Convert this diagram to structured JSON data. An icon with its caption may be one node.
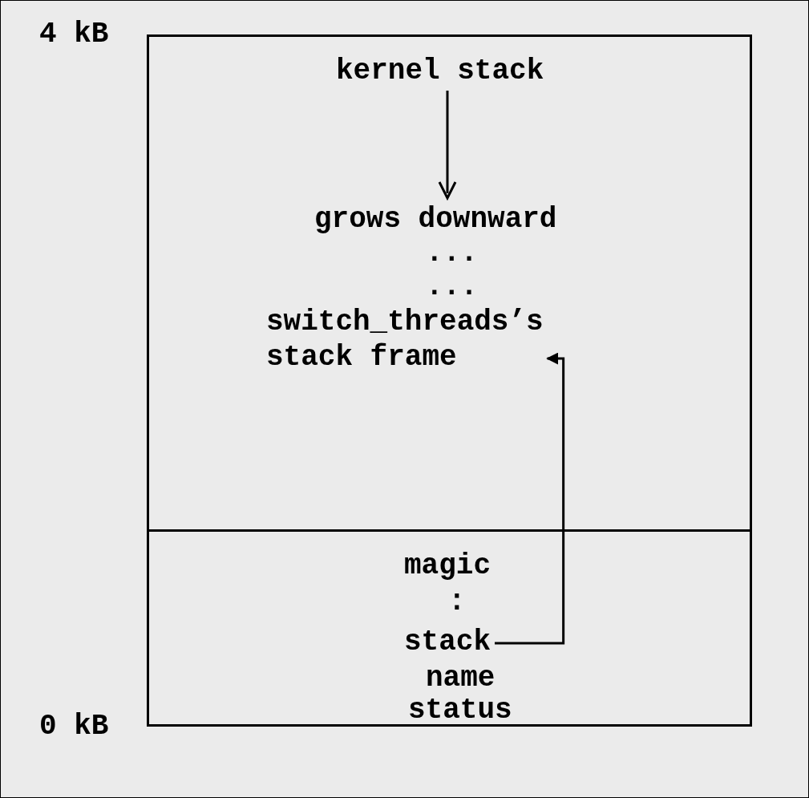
{
  "diagram": {
    "nodes": [
      {
        "text": [
          "kernel stack",
          "grows downward",
          "...",
          "..."
        ]
      },
      {
        "text": [
          "switch_threads’s stack frame"
        ],
        "in": 0
      },
      {
        "text": [
          "magic",
          ":",
          "name",
          "status"
        ]
      },
      {
        "text": [
          "stack"
        ],
        "in": 2
      }
    ],
    "edges": [
      {
        "from": 3,
        "to": 1,
        "arrow": "to"
      }
    ],
    "labels": [
      "4 kB",
      "0 kB"
    ]
  }
}
